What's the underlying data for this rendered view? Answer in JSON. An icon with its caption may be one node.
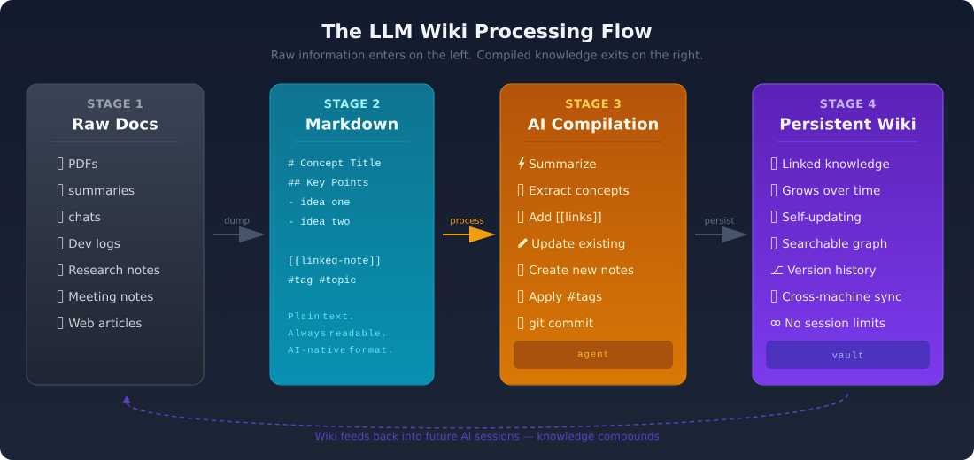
{
  "diagram": {
    "title": "The LLM Wiki Processing Flow",
    "nodes": [
      {
        "text": [
          "STAGE 1",
          "Raw Docs",
          "PDFs",
          "summaries",
          "chats",
          "Dev logs",
          "Research notes",
          "Meeting notes",
          "Web articles"
        ]
      },
      {
        "text": [
          "STAGE 2",
          "Markdown",
          "# Concept Title",
          "## Key Points",
          "- idea one",
          "- idea two",
          "[[linked-note]]",
          "#tag #topic",
          "Plain text. Always readable. AI-native format."
        ]
      },
      {
        "text": [
          "STAGE 3",
          "AI Compilation",
          "Summarize",
          "Extract concepts",
          "Add [[links]]",
          "Update existing",
          "Create new notes",
          "Apply #tags",
          "git commit"
        ]
      },
      {
        "text": [
          "agent"
        ],
        "in": 2
      },
      {
        "text": [
          "STAGE 4",
          "Persistent Wiki",
          "Linked knowledge",
          "Grows over time",
          "Self-updating",
          "Searchable graph",
          "Version history",
          "Cross-machine sync",
          "No session limits"
        ]
      },
      {
        "text": [
          "vault"
        ],
        "in": 4
      }
    ],
    "edges": [
      {
        "from": 0,
        "to": 1,
        "arrow": "to",
        "label": "dump"
      },
      {
        "from": 1,
        "to": 2,
        "arrow": "to",
        "label": "process",
        "color": "#f59e0b"
      },
      {
        "from": 2,
        "to": 4,
        "arrow": "to",
        "label": "persist"
      },
      {
        "from": 4,
        "to": 0,
        "arrow": "to",
        "label": "Wiki feeds back into future AI sessions — knowledge compounds",
        "style": "dashed",
        "color": "#5b3fc4"
      }
    ],
    "labels": [
      "Raw information enters on the left. Compiled knowledge exits on the right."
    ]
  }
}
